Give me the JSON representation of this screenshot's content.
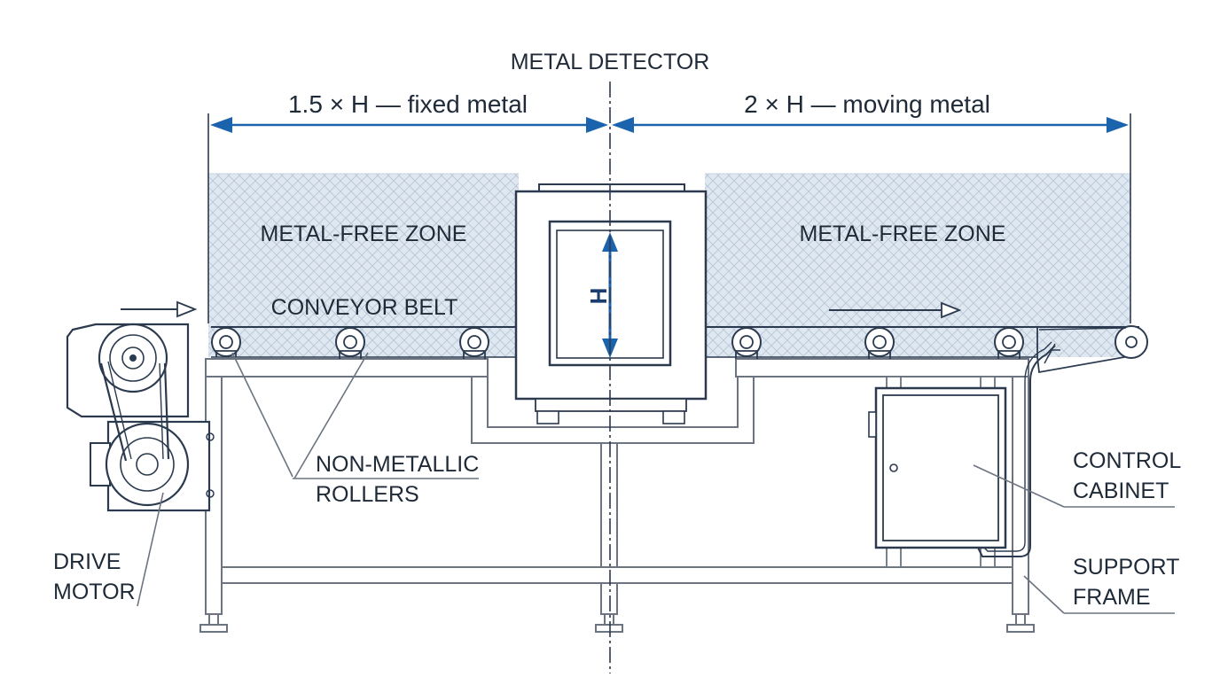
{
  "diagram": {
    "title": "METAL DETECTOR",
    "left_dimension": "1.5 × H — fixed metal",
    "right_dimension": "2 × H — moving metal",
    "left_zone": "METAL-FREE ZONE",
    "right_zone": "METAL-FREE ZONE",
    "conveyor_belt": "CONVEYOR BELT",
    "aperture_height": "H",
    "rollers": [
      "NON-METALLIC",
      "ROLLERS"
    ],
    "motor": [
      "DRIVE",
      "MOTOR"
    ],
    "cabinet": [
      "CONTROL",
      "CABINET"
    ],
    "frame": [
      "SUPPORT",
      "FRAME"
    ]
  },
  "colors": {
    "accent": "#1b64ad",
    "zone_fill": "#dfe8f1",
    "line": "#2b3a4f"
  },
  "icons": {
    "flow_arrow": "right-arrow-icon",
    "roller": "roller-icon",
    "pulley": "pulley-icon"
  }
}
